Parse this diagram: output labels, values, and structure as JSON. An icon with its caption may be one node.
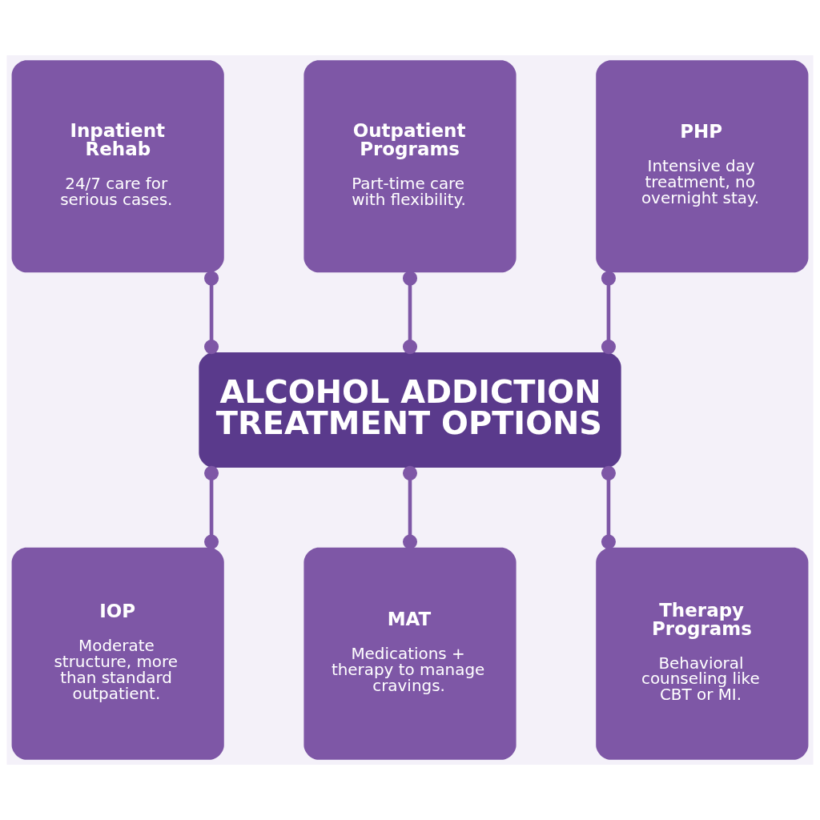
{
  "diagram": {
    "nodes": [
      {
        "text": [
          "Inpatient Rehab",
          "24/7 care for serious cases."
        ]
      },
      {
        "text": [
          "Outpatient Programs",
          "Part-time care with flexibility."
        ]
      },
      {
        "text": [
          "PHP",
          "Intensive day treatment, no overnight stay."
        ]
      },
      {
        "text": [
          "ALCOHOL ADDICTION TREATMENT OPTIONS"
        ]
      },
      {
        "text": [
          "IOP",
          "Moderate structure, more than standard outpatient."
        ]
      },
      {
        "text": [
          "MAT",
          "Medications + therapy to manage cravings."
        ]
      },
      {
        "text": [
          "Therapy Programs",
          "Behavioral counseling like CBT or MI."
        ]
      }
    ],
    "edges": [
      {
        "from": 0,
        "to": 3,
        "arrow": "other"
      },
      {
        "from": 1,
        "to": 3,
        "arrow": "other"
      },
      {
        "from": 2,
        "to": 3,
        "arrow": "other"
      },
      {
        "from": 3,
        "to": 4,
        "arrow": "other"
      },
      {
        "from": 3,
        "to": 5,
        "arrow": "other"
      },
      {
        "from": 3,
        "to": 6,
        "arrow": "other"
      }
    ]
  }
}
